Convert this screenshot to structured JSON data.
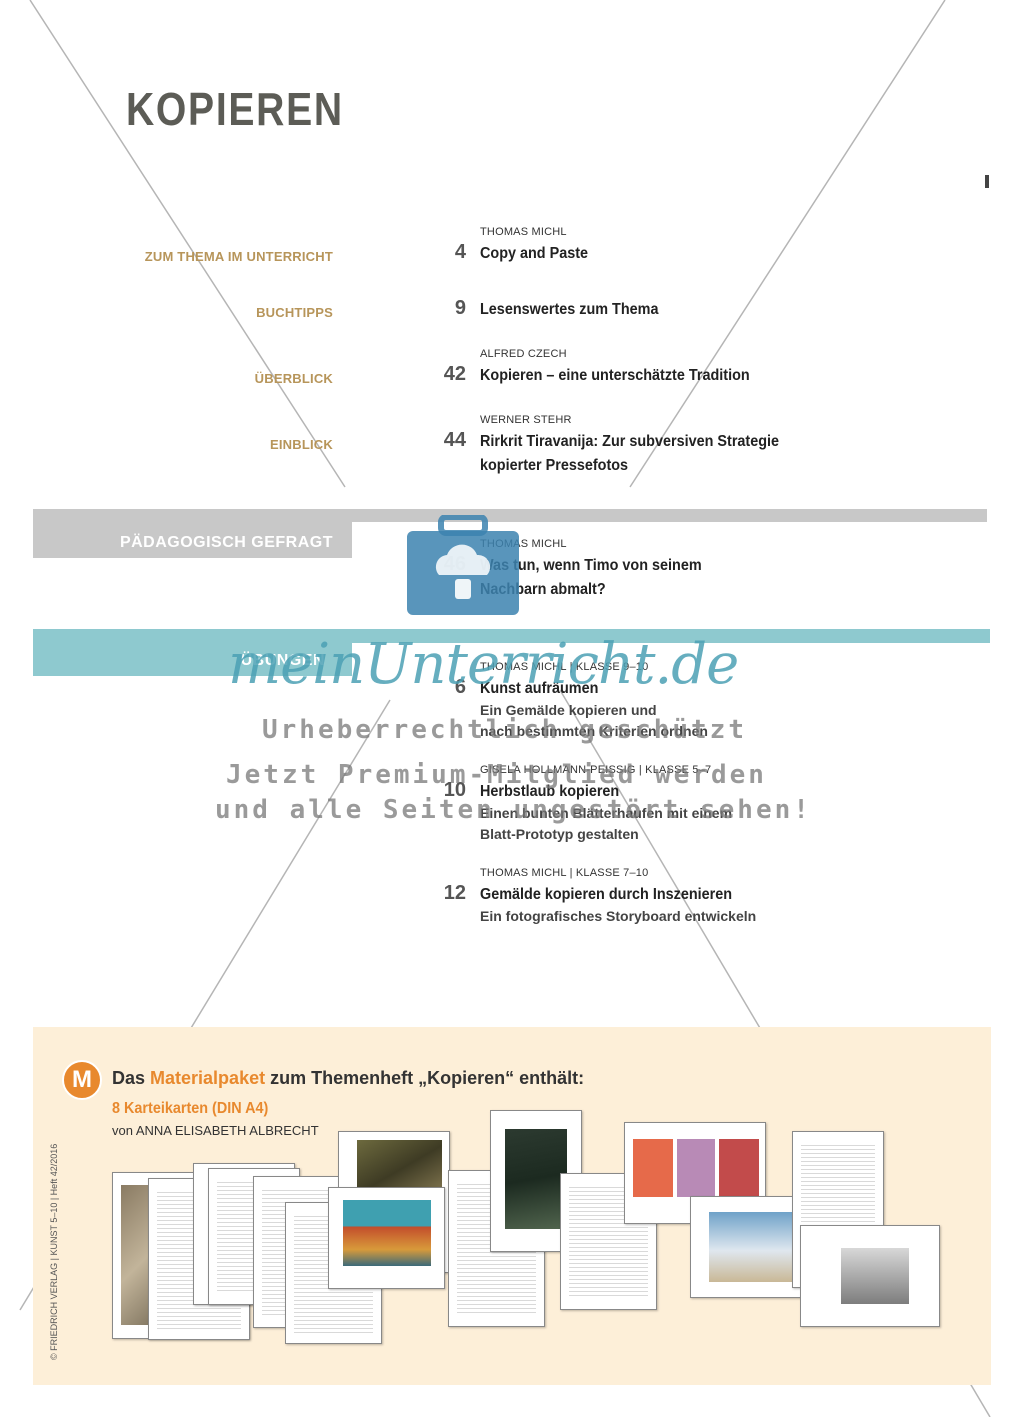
{
  "page": {
    "title": "KOPIEREN"
  },
  "toc": [
    {
      "section": "ZUM THEMA IM UNTERRICHT",
      "author": "THOMAS MICHL",
      "page": "4",
      "title": "Copy and Paste"
    },
    {
      "section": "BUCHTIPPS",
      "author": "",
      "page": "9",
      "title": "Lesenswertes zum Thema"
    },
    {
      "section": "ÜBERBLICK",
      "author": "ALFRED CZECH",
      "page": "42",
      "title": "Kopieren – eine unterschätzte Tradition"
    },
    {
      "section": "EINBLICK",
      "author": "WERNER STEHR",
      "page": "44",
      "title_line1": "Rirkrit Tiravanija: Zur subversiven Strategie",
      "title_line2": "kopierter Pressefotos"
    }
  ],
  "paedagogisch": {
    "label": "PÄDAGOGISCH GEFRAGT",
    "author": "THOMAS MICHL",
    "page": "46",
    "title_line1": "Was tun, wenn Timo von seinem",
    "title_line2": "Nachbarn abmalt?"
  },
  "uebungen": {
    "label": "ÜBUNGEN",
    "items": [
      {
        "author": "THOMAS MICHL | KLASSE 9–10",
        "page": "6",
        "title": "Kunst aufräumen",
        "sub1": "Ein Gemälde kopieren und",
        "sub2": "nach bestimmten Kriterien ordnen"
      },
      {
        "author": "GISELA HOLLMANN-PEISSIG | KLASSE 5–7",
        "page": "10",
        "title": "Herbstlaub kopieren",
        "sub1": "Einen bunten Blätterhaufen mit einem",
        "sub2": "Blatt-Prototyp gestalten"
      },
      {
        "author": "THOMAS MICHL | KLASSE 7–10",
        "page": "12",
        "title": "Gemälde kopieren durch Inszenieren",
        "sub1": "Ein fotografisches Storyboard entwickeln"
      }
    ]
  },
  "watermark": {
    "logo": "meinUnterricht.de",
    "line1": "Urheberrechtlich geschützt",
    "line2": "Jetzt Premium-Mitglied werden",
    "line3": "und alle Seiten ungestört sehen!"
  },
  "promo": {
    "badge": "M",
    "head_pre": "Das ",
    "head_highlight": "Materialpaket",
    "head_post": " zum Themenheft „Kopieren“ enthält:",
    "subtitle": "8 Karteikarten (DIN A4)",
    "byline": "von ANNA ELISABETH ALBRECHT",
    "credit": "© FRIEDRICH VERLAG | KUNST 5–10 | Heft 42/2016"
  },
  "colors": {
    "gold": "#b7955a",
    "teal": "#8ec9cf",
    "grey_band": "#c8c8c8",
    "orange": "#e8892e",
    "promo_bg": "#fdefd8"
  }
}
